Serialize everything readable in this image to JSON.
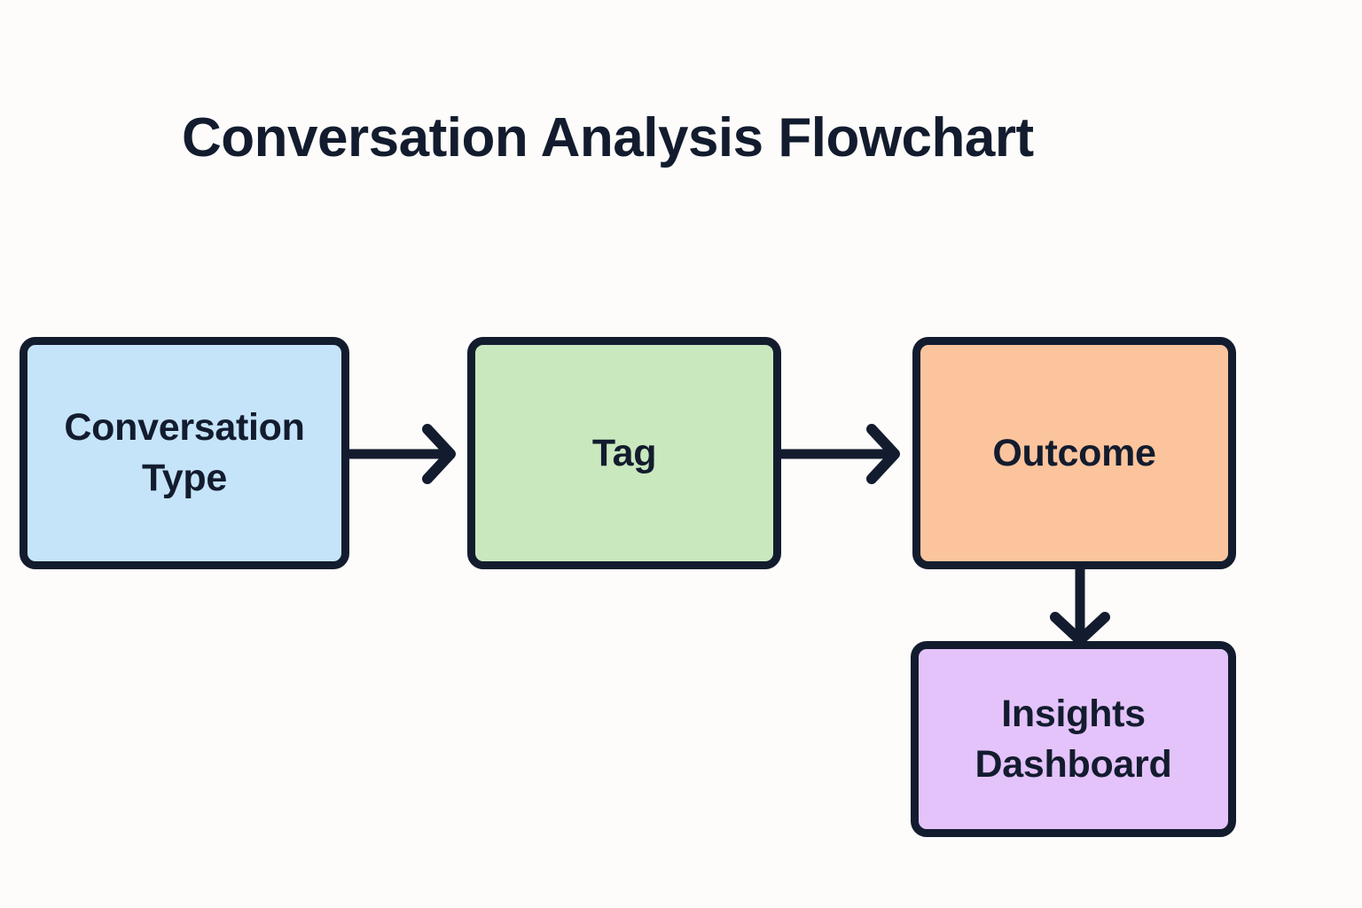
{
  "page": {
    "title": "Conversation Analysis Flowchart",
    "background_color": "#fdfcfa",
    "stroke_color": "#131c2e"
  },
  "flowchart": {
    "nodes": [
      {
        "id": "conversation-type",
        "label": "Conversation Type",
        "line1": "Conversation",
        "line2": "Type",
        "fill_color": "#c5e4fa",
        "shape": "rounded-rectangle"
      },
      {
        "id": "tag",
        "label": "Tag",
        "fill_color": "#c9e8be",
        "shape": "rounded-rectangle"
      },
      {
        "id": "outcome",
        "label": "Outcome",
        "fill_color": "#fbc49d",
        "shape": "rounded-rectangle"
      },
      {
        "id": "insights-dashboard",
        "label": "Insights Dashboard",
        "line1": "Insights",
        "line2": "Dashboard",
        "fill_color": "#e4c3fb",
        "shape": "rounded-rectangle"
      }
    ],
    "edges": [
      {
        "id": "type-to-tag",
        "from": "conversation-type",
        "to": "tag",
        "direction": "right",
        "marker": "chevron-arrowhead"
      },
      {
        "id": "tag-to-outcome",
        "from": "tag",
        "to": "outcome",
        "direction": "right",
        "marker": "chevron-arrowhead"
      },
      {
        "id": "outcome-to-dashboard",
        "from": "outcome",
        "to": "insights-dashboard",
        "direction": "down",
        "marker": "chevron-arrowhead"
      }
    ]
  }
}
